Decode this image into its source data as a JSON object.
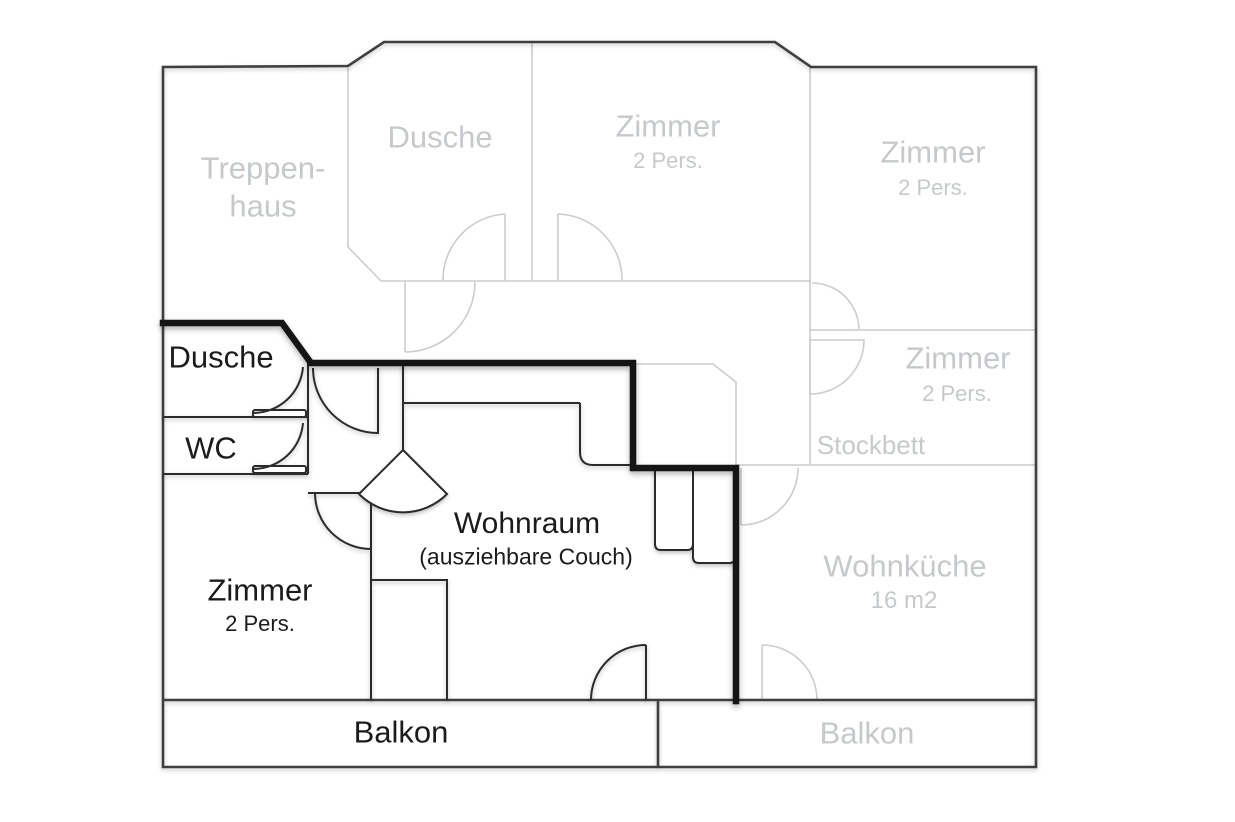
{
  "plan": {
    "title": "apartment floor plan",
    "colors": {
      "muted_line": "#c9ccd0",
      "muted_text": "#c6c9cc",
      "outer_wall": "#3f3f3f",
      "unit_highlight": "#151515",
      "unit_text": "#1b1b1b",
      "background": "#ffffff"
    },
    "labels": [
      {
        "text": "Treppen-",
        "tone": "muted"
      },
      {
        "text": "haus",
        "tone": "muted"
      },
      {
        "text": "Dusche",
        "tone": "muted"
      },
      {
        "text": "Zimmer",
        "tone": "muted"
      },
      {
        "text": "2 Pers.",
        "tone": "muted"
      },
      {
        "text": "Zimmer",
        "tone": "muted"
      },
      {
        "text": "2 Pers.",
        "tone": "muted"
      },
      {
        "text": "Zimmer",
        "tone": "muted"
      },
      {
        "text": "2 Pers.",
        "tone": "muted"
      },
      {
        "text": "Stockbett",
        "tone": "muted"
      },
      {
        "text": "Wohnküche",
        "tone": "muted"
      },
      {
        "text": "16 m2",
        "tone": "muted"
      },
      {
        "text": "Balkon",
        "tone": "muted"
      },
      {
        "text": "Dusche",
        "tone": "dark"
      },
      {
        "text": "WC",
        "tone": "dark"
      },
      {
        "text": "Wohnraum",
        "tone": "dark"
      },
      {
        "text": "(ausziehbare Couch)",
        "tone": "dark"
      },
      {
        "text": "Zimmer",
        "tone": "dark"
      },
      {
        "text": "2 Pers.",
        "tone": "dark"
      },
      {
        "text": "Balkon",
        "tone": "dark"
      }
    ],
    "rooms_highlighted_unit": [
      "Dusche",
      "WC",
      "Wohnraum (ausziehbare Couch)",
      "Zimmer 2 Pers.",
      "Balkon"
    ],
    "rooms_other": [
      "Treppenhaus",
      "Dusche",
      "Zimmer 2 Pers.",
      "Zimmer 2 Pers.",
      "Zimmer 2 Pers. Stockbett",
      "Wohnküche 16 m2",
      "Balkon"
    ]
  }
}
